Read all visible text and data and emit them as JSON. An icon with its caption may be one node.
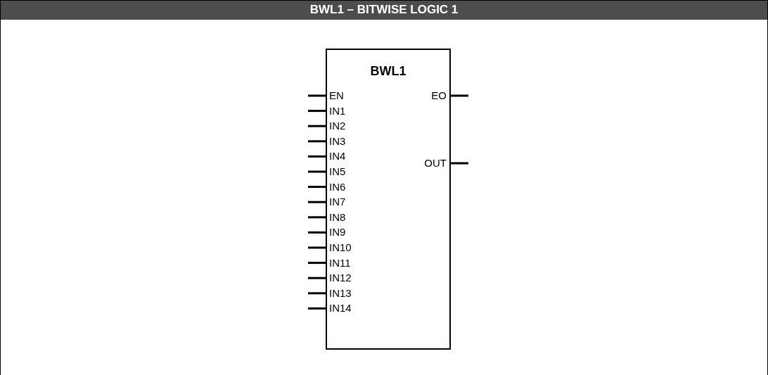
{
  "diagram": {
    "title": "BWL1 – BITWISE LOGIC 1",
    "nodes": [
      {
        "text": [
          "BWL1"
        ]
      }
    ],
    "labels": [
      "EN",
      "EO",
      "IN1",
      "IN2",
      "IN3",
      "IN4",
      "OUT",
      "IN5",
      "IN6",
      "IN7",
      "IN8",
      "IN9",
      "IN10",
      "IN11",
      "IN12",
      "IN13",
      "IN14"
    ]
  }
}
